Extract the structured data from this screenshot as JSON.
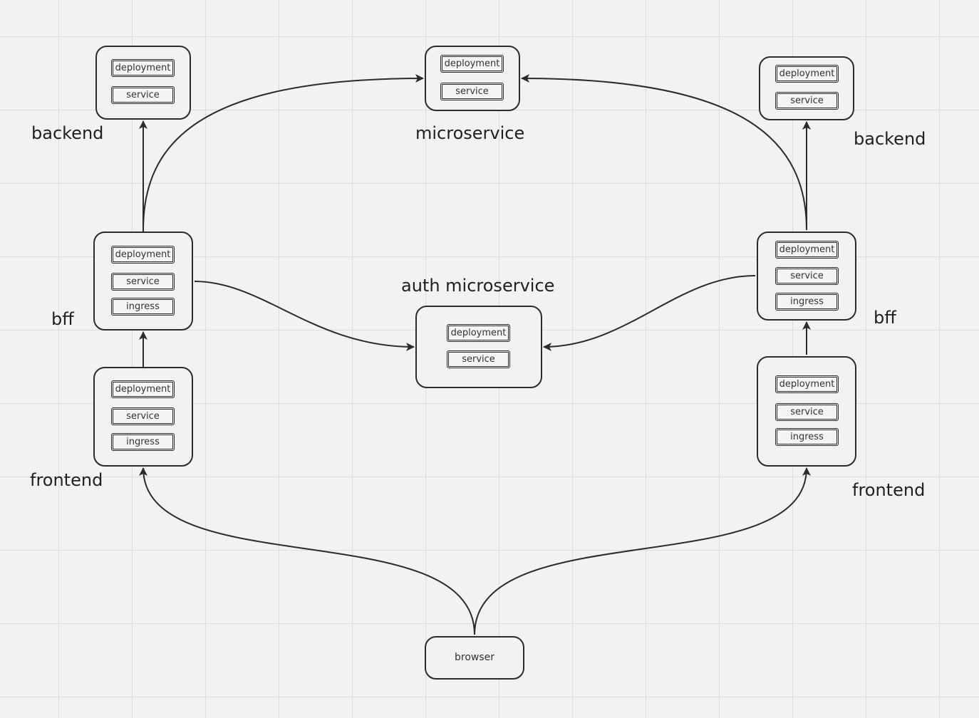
{
  "diagram": {
    "nodes": [
      {
        "id": "backend_left",
        "label": "backend",
        "components": [
          "deployment",
          "service"
        ]
      },
      {
        "id": "microservice",
        "label": "microservice",
        "components": [
          "deployment",
          "service"
        ]
      },
      {
        "id": "backend_right",
        "label": "backend",
        "components": [
          "deployment",
          "service"
        ]
      },
      {
        "id": "bff_left",
        "label": "bff",
        "components": [
          "deployment",
          "service",
          "ingress"
        ]
      },
      {
        "id": "auth",
        "label": "auth microservice",
        "components": [
          "deployment",
          "service"
        ]
      },
      {
        "id": "bff_right",
        "label": "bff",
        "components": [
          "deployment",
          "service",
          "ingress"
        ]
      },
      {
        "id": "frontend_left",
        "label": "frontend",
        "components": [
          "deployment",
          "service",
          "ingress"
        ]
      },
      {
        "id": "frontend_right",
        "label": "frontend",
        "components": [
          "deployment",
          "service",
          "ingress"
        ]
      },
      {
        "id": "browser",
        "label": "browser",
        "components": []
      }
    ],
    "edges": [
      {
        "from": "bff_left",
        "to": "backend_left"
      },
      {
        "from": "bff_left",
        "to": "microservice"
      },
      {
        "from": "bff_left",
        "to": "auth"
      },
      {
        "from": "frontend_left",
        "to": "bff_left"
      },
      {
        "from": "bff_right",
        "to": "backend_right"
      },
      {
        "from": "bff_right",
        "to": "microservice"
      },
      {
        "from": "bff_right",
        "to": "auth"
      },
      {
        "from": "frontend_right",
        "to": "bff_right"
      },
      {
        "from": "browser",
        "to": "frontend_left"
      },
      {
        "from": "browser",
        "to": "frontend_right"
      }
    ]
  }
}
